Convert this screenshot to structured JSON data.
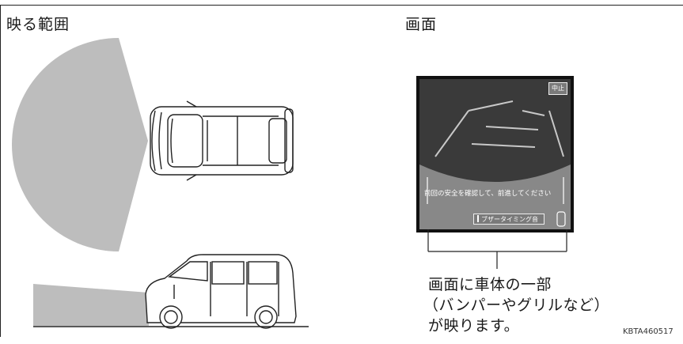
{
  "left_heading": "映る範囲",
  "right_heading": "画面",
  "screen": {
    "stop_button": "中止",
    "message": "前回の安全を確認して、前進してください",
    "buzzer_button": "ブザータイミング音"
  },
  "caption_lines": [
    "画面に車体の一部",
    "（バンパーやグリルなど）",
    "が映ります。"
  ],
  "figure_code": "KBTA460517"
}
